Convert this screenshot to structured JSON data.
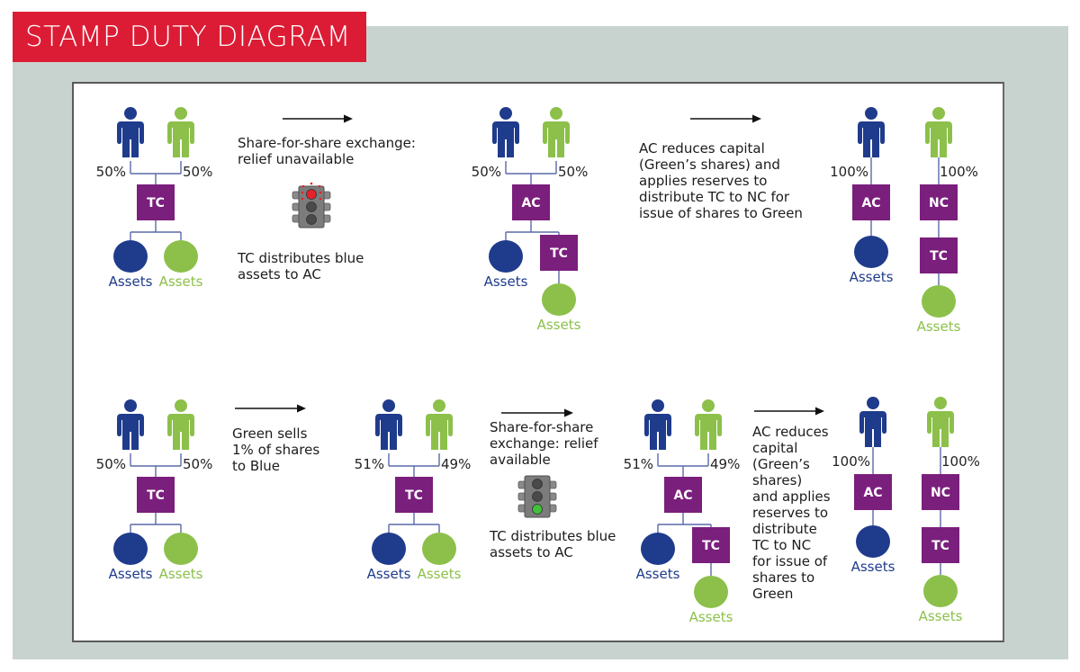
{
  "title": "STAMP DUTY DIAGRAM",
  "colors": {
    "banner": "#dc1c35",
    "panel": "#c8d3cf",
    "blue": "#1f3b8c",
    "green": "#8cc04a",
    "company": "#7a1f7c",
    "line": "#5a6aa8",
    "arrow": "#111111"
  },
  "legend": {
    "blue_shareholder": "Blue",
    "green_shareholder": "Green",
    "assets_label": "Assets"
  },
  "rows": [
    {
      "stages": [
        {
          "id": "r1s1",
          "type": "joint",
          "blue_pct": "50%",
          "green_pct": "50%",
          "company": "TC",
          "children": [
            {
              "kind": "asset",
              "color": "blue",
              "label": "Assets"
            },
            {
              "kind": "asset",
              "color": "green",
              "label": "Assets"
            }
          ]
        },
        {
          "id": "r1s2",
          "type": "joint",
          "blue_pct": "50%",
          "green_pct": "50%",
          "company": "AC",
          "children": [
            {
              "kind": "asset",
              "color": "blue",
              "label": "Assets"
            },
            {
              "kind": "company",
              "label": "TC",
              "sub": {
                "kind": "asset",
                "color": "green",
                "label": "Assets"
              }
            }
          ]
        },
        {
          "id": "r1s3",
          "type": "split",
          "blue_pct": "100%",
          "green_pct": "100%",
          "blue_chain": [
            "AC"
          ],
          "blue_asset": "Assets",
          "green_chain": [
            "NC",
            "TC"
          ],
          "green_asset": "Assets"
        }
      ],
      "steps": [
        {
          "id": "r1a1",
          "text_above": [
            "Share-for-share exchange:",
            "relief unavailable"
          ],
          "signal": "red",
          "signal_name": "traffic-light-red-icon",
          "text_below": [
            "TC distributes blue",
            "assets to AC"
          ]
        },
        {
          "id": "r1a2",
          "text_above": [
            "AC reduces capital",
            "(Green’s shares) and",
            "applies reserves to",
            "distribute TC to NC for",
            "issue of shares to Green"
          ]
        }
      ]
    },
    {
      "stages": [
        {
          "id": "r2s1",
          "type": "joint",
          "blue_pct": "50%",
          "green_pct": "50%",
          "company": "TC",
          "children": [
            {
              "kind": "asset",
              "color": "blue",
              "label": "Assets"
            },
            {
              "kind": "asset",
              "color": "green",
              "label": "Assets"
            }
          ]
        },
        {
          "id": "r2s2",
          "type": "joint",
          "blue_pct": "51%",
          "green_pct": "49%",
          "company": "TC",
          "children": [
            {
              "kind": "asset",
              "color": "blue",
              "label": "Assets"
            },
            {
              "kind": "asset",
              "color": "green",
              "label": "Assets"
            }
          ]
        },
        {
          "id": "r2s3",
          "type": "joint",
          "blue_pct": "51%",
          "green_pct": "49%",
          "company": "AC",
          "children": [
            {
              "kind": "asset",
              "color": "blue",
              "label": "Assets"
            },
            {
              "kind": "company",
              "label": "TC",
              "sub": {
                "kind": "asset",
                "color": "green",
                "label": "Assets"
              }
            }
          ]
        },
        {
          "id": "r2s4",
          "type": "split",
          "blue_pct": "100%",
          "green_pct": "100%",
          "blue_chain": [
            "AC"
          ],
          "blue_asset": "Assets",
          "green_chain": [
            "NC",
            "TC"
          ],
          "green_asset": "Assets"
        }
      ],
      "steps": [
        {
          "id": "r2a1",
          "text_above": [
            "Green sells",
            "1% of shares",
            "to Blue"
          ]
        },
        {
          "id": "r2a2",
          "text_above": [
            "Share-for-share",
            "exchange: relief",
            "available"
          ],
          "signal": "green",
          "signal_name": "traffic-light-green-icon",
          "text_below": [
            "TC distributes blue",
            "assets to AC"
          ]
        },
        {
          "id": "r2a3",
          "text_above": [
            "AC reduces",
            "capital",
            "(Green’s",
            "shares)",
            "and applies",
            "reserves to",
            "distribute",
            "TC to NC",
            "for issue of",
            "shares to",
            "Green"
          ]
        }
      ]
    }
  ]
}
